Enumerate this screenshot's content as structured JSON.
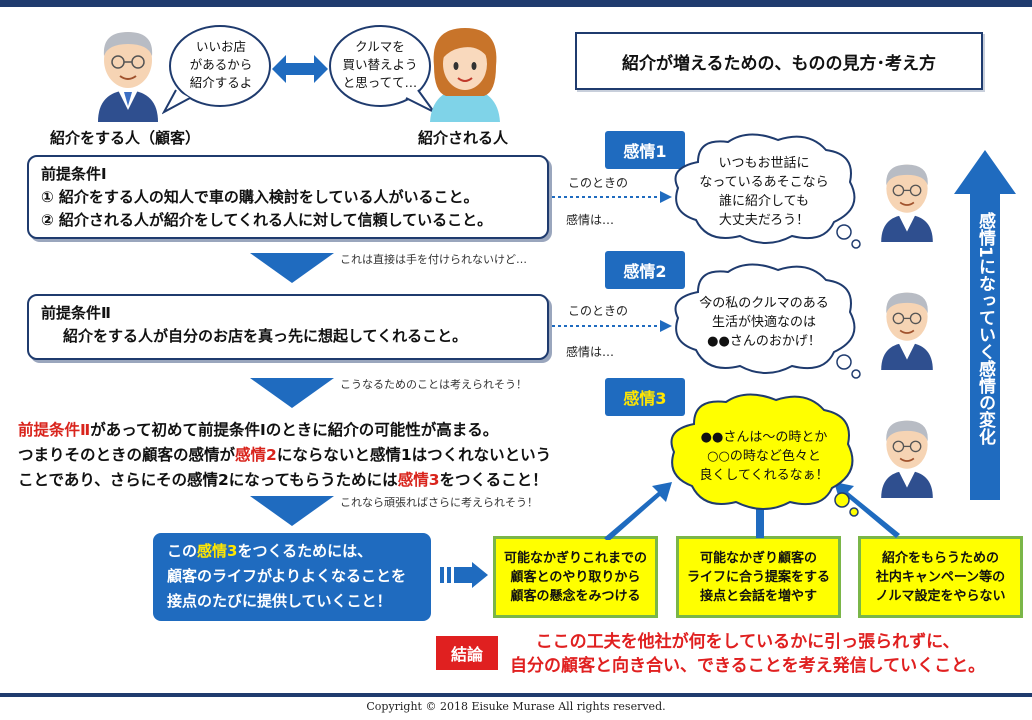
{
  "title": "紹介が増えるための、ものの見方･考え方",
  "top": {
    "bubble_left": [
      "いいお店",
      "があるから",
      "紹介するよ"
    ],
    "bubble_right": [
      "クルマを",
      "買い替えよう",
      "と思ってて…"
    ],
    "label_left": "紹介をする人（顧客）",
    "label_right": "紹介される人"
  },
  "cond1": {
    "title": "前提条件Ⅰ",
    "line1": "① 紹介をする人の知人で車の購入検討をしている人がいること。",
    "line2": "② 紹介される人が紹介をしてくれる人に対して信頼していること。"
  },
  "note1": "これは直接は手を付けられないけど…",
  "cond2": {
    "title": "前提条件Ⅱ",
    "line1": "紹介をする人が自分のお店を真っ先に想起してくれること。"
  },
  "note2": "こうなるためのことは考えられそう！",
  "main": {
    "l1_a": "前提条件Ⅱ",
    "l1_b": "があって初めて前提条件Ⅰのときに紹介の可能性が高まる。",
    "l2_a": "つまりそのときの顧客の感情が",
    "l2_b": "感情2",
    "l2_c": "にならないと感情1はつくれないという",
    "l3_a": "ことであり、さらにその感情2になってもらうためには",
    "l3_b": "感情3",
    "l3_c": "をつくること！"
  },
  "note3": "これなら頑張ればさらに考えられそう！",
  "blue_box": {
    "l1_a": "この",
    "l1_b": "感情3",
    "l1_c": "をつくるためには、",
    "l2": "顧客のライフがよりよくなることを",
    "l3": "接点のたびに提供していくこと！"
  },
  "green_boxes": [
    [
      "可能なかぎりこれまでの",
      "顧客とのやり取りから",
      "顧客の懸念をみつける"
    ],
    [
      "可能なかぎり顧客の",
      "ライフに合う提案をする",
      "接点と会話を増やす"
    ],
    [
      "紹介をもらうための",
      "社内キャンペーン等の",
      "ノルマ設定をやらない"
    ]
  ],
  "emotions": [
    {
      "badge": "感情1",
      "cloud": [
        "いつもお世話に",
        "なっているあそこなら",
        "誰に紹介しても",
        "大丈夫だろう！"
      ],
      "note1": "このときの",
      "note2": "感情は…"
    },
    {
      "badge": "感情2",
      "cloud": [
        "今の私のクルマのある",
        "生活が快適なのは",
        "●●さんのおかげ！"
      ],
      "note1": "このときの",
      "note2": "感情は…"
    },
    {
      "badge": "感情3",
      "cloud": [
        "●●さんは～の時とか",
        "○○の時など色々と",
        "良くしてくれるなぁ！"
      ]
    }
  ],
  "vertical_text": "感情1になっていく感情の変化",
  "conclusion": {
    "badge": "結論",
    "line1": "ここの工夫を他社が何をしているかに引っ張られずに、",
    "line2": "自分の顧客と向き合い、できることを考え発信していくこと。"
  },
  "copyright": "Copyright © 2018  Eisuke Murase  All rights reserved.",
  "colors": {
    "navy": "#1f3b6e",
    "blue": "#1f6bbf",
    "red": "#d9241c",
    "yellow": "#ffff00",
    "green": "#7ab648"
  }
}
